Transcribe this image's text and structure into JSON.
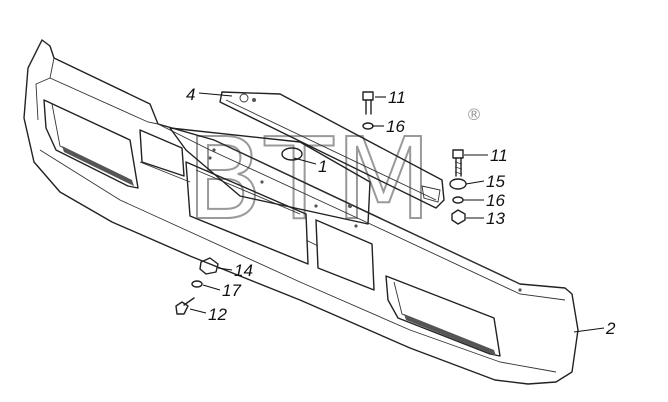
{
  "watermark": {
    "text": "BTM",
    "mark": "®"
  },
  "callouts": [
    {
      "id": "c1",
      "label": "1"
    },
    {
      "id": "c2",
      "label": "2"
    },
    {
      "id": "c4",
      "label": "4"
    },
    {
      "id": "c11a",
      "label": "11"
    },
    {
      "id": "c11b",
      "label": "11"
    },
    {
      "id": "c12",
      "label": "12"
    },
    {
      "id": "c13",
      "label": "13"
    },
    {
      "id": "c14",
      "label": "14"
    },
    {
      "id": "c15",
      "label": "15"
    },
    {
      "id": "c16a",
      "label": "16"
    },
    {
      "id": "c16b",
      "label": "16"
    },
    {
      "id": "c17",
      "label": "17"
    }
  ]
}
